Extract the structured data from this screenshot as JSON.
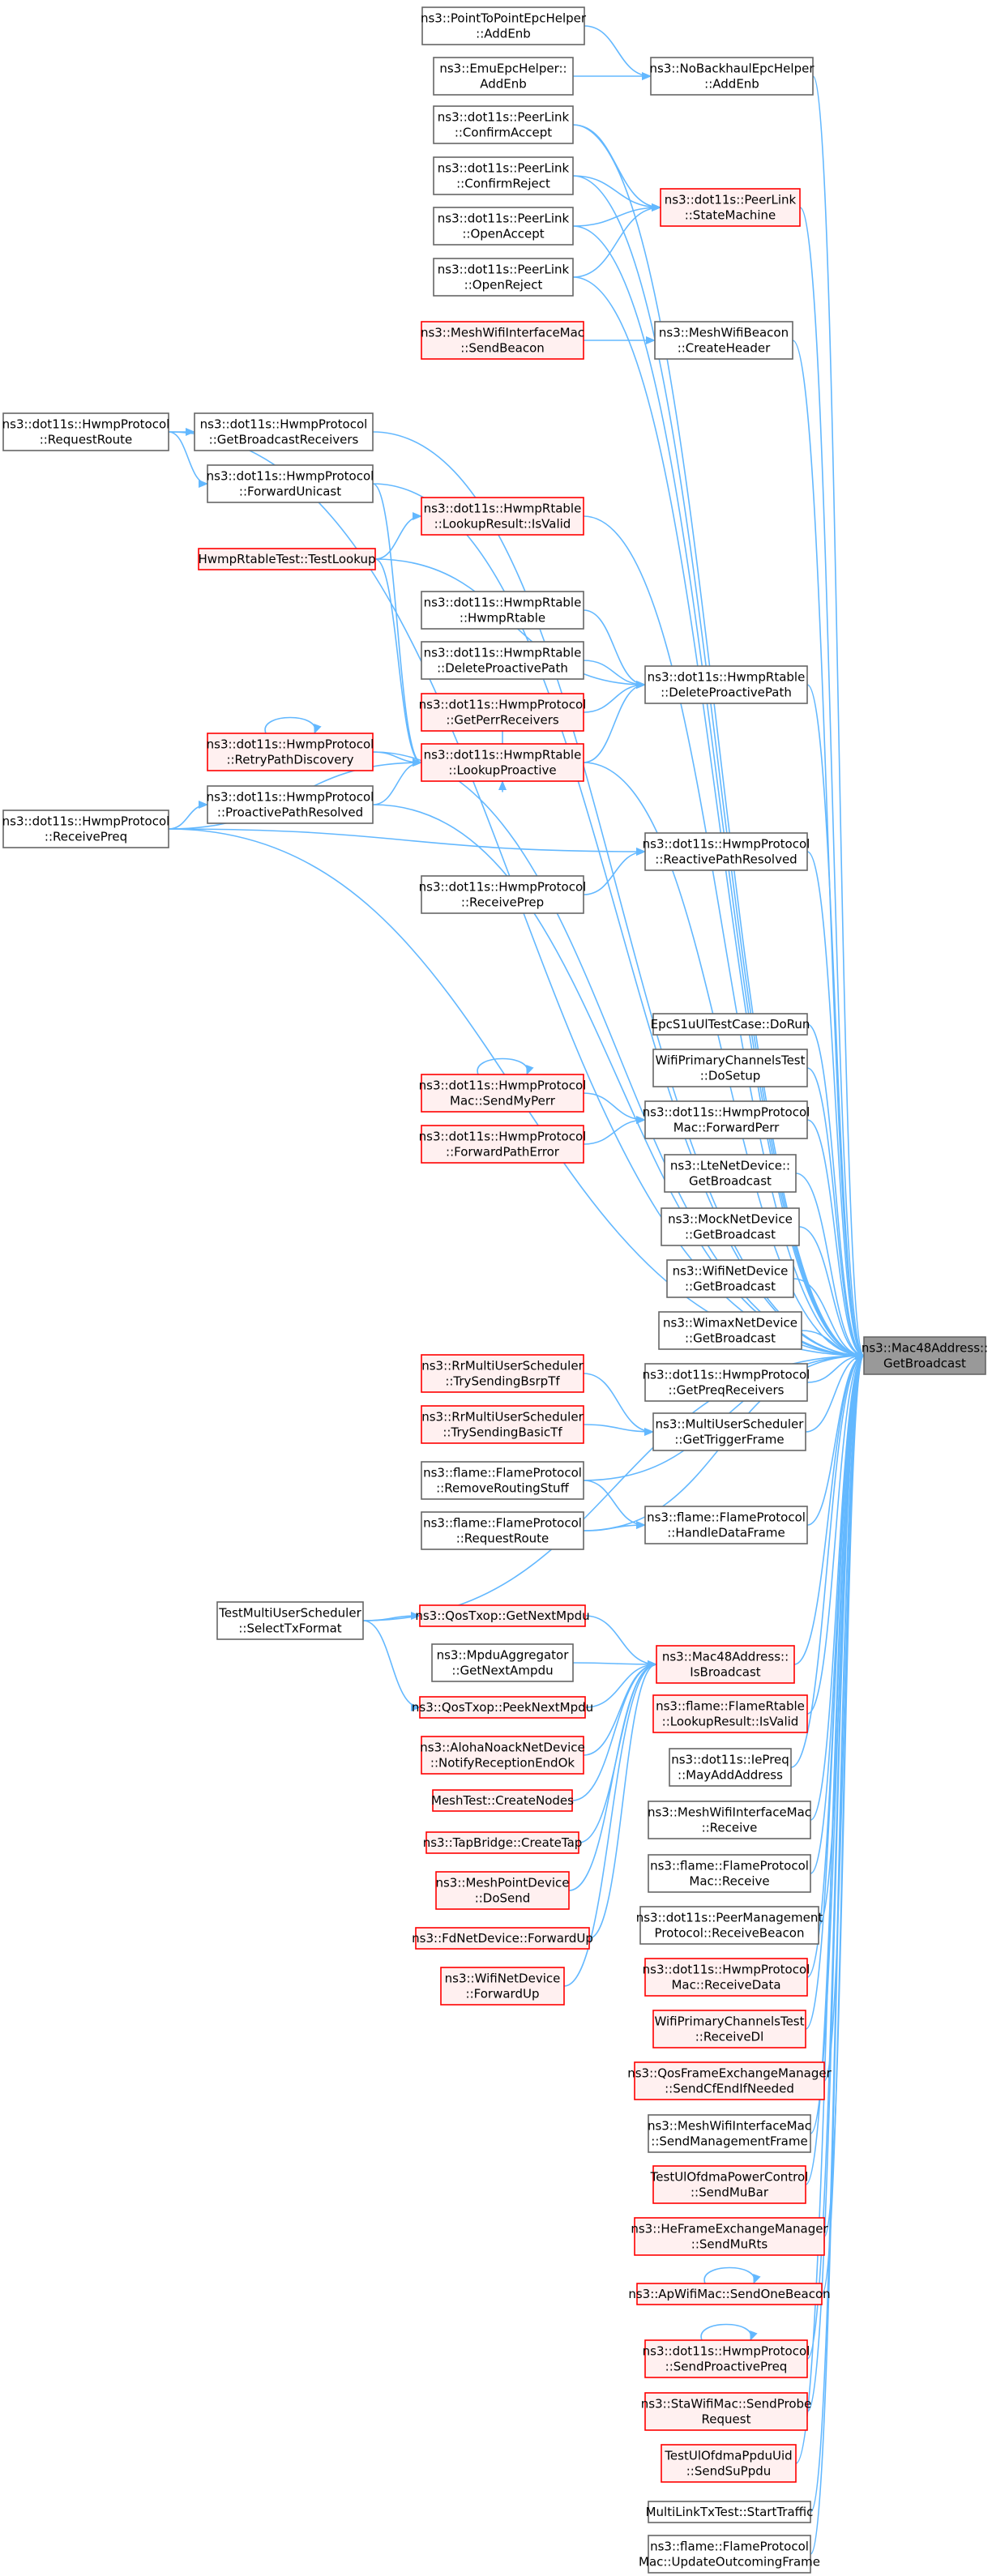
{
  "colors": {
    "edge": "#63b8ff",
    "node_border": "#666666",
    "node_fill": "#ffffff",
    "truncated_border": "#ff0000",
    "truncated_fill": "#fff0f0",
    "focus_fill": "#999999"
  },
  "nodes": [
    {
      "id": "target",
      "lines": [
        "ns3::Mac48Address::",
        "GetBroadcast"
      ],
      "style": "focus"
    },
    {
      "id": "p2pHelper",
      "lines": [
        "ns3::PointToPointEpcHelper",
        "::AddEnb"
      ],
      "style": "normal"
    },
    {
      "id": "emuHelper",
      "lines": [
        "ns3::EmuEpcHelper::",
        "AddEnb"
      ],
      "style": "normal"
    },
    {
      "id": "noBackhaul",
      "lines": [
        "ns3::NoBackhaulEpcHelper",
        "::AddEnb"
      ],
      "style": "normal"
    },
    {
      "id": "confirmAccept",
      "lines": [
        "ns3::dot11s::PeerLink",
        "::ConfirmAccept"
      ],
      "style": "normal"
    },
    {
      "id": "confirmReject",
      "lines": [
        "ns3::dot11s::PeerLink",
        "::ConfirmReject"
      ],
      "style": "normal"
    },
    {
      "id": "stateMachine",
      "lines": [
        "ns3::dot11s::PeerLink",
        "::StateMachine"
      ],
      "style": "red"
    },
    {
      "id": "openAccept",
      "lines": [
        "ns3::dot11s::PeerLink",
        "::OpenAccept"
      ],
      "style": "normal"
    },
    {
      "id": "openReject",
      "lines": [
        "ns3::dot11s::PeerLink",
        "::OpenReject"
      ],
      "style": "normal"
    },
    {
      "id": "sendBeacon",
      "lines": [
        "ns3::MeshWifiInterfaceMac",
        "::SendBeacon"
      ],
      "style": "red"
    },
    {
      "id": "createHeader",
      "lines": [
        "ns3::MeshWifiBeacon",
        "::CreateHeader"
      ],
      "style": "normal"
    },
    {
      "id": "requestRoute",
      "lines": [
        "ns3::dot11s::HwmpProtocol",
        "::RequestRoute"
      ],
      "style": "normal"
    },
    {
      "id": "getBcastRecv",
      "lines": [
        "ns3::dot11s::HwmpProtocol",
        "::GetBroadcastReceivers"
      ],
      "style": "normal"
    },
    {
      "id": "forwardUnicast",
      "lines": [
        "ns3::dot11s::HwmpProtocol",
        "::ForwardUnicast"
      ],
      "style": "normal"
    },
    {
      "id": "lookupIsValid",
      "lines": [
        "ns3::dot11s::HwmpRtable",
        "::LookupResult::IsValid"
      ],
      "style": "red"
    },
    {
      "id": "hwmpTestLookup",
      "lines": [
        "HwmpRtableTest::TestLookup"
      ],
      "style": "red"
    },
    {
      "id": "hwmpRtable",
      "lines": [
        "ns3::dot11s::HwmpRtable",
        "::HwmpRtable"
      ],
      "style": "normal"
    },
    {
      "id": "delProactive1",
      "lines": [
        "ns3::dot11s::HwmpRtable",
        "::DeleteProactivePath"
      ],
      "style": "normal"
    },
    {
      "id": "delProactive2",
      "lines": [
        "ns3::dot11s::HwmpRtable",
        "::DeleteProactivePath"
      ],
      "style": "normal"
    },
    {
      "id": "getPerrRecv",
      "lines": [
        "ns3::dot11s::HwmpProtocol",
        "::GetPerrReceivers"
      ],
      "style": "red"
    },
    {
      "id": "retryPath",
      "lines": [
        "ns3::dot11s::HwmpProtocol",
        "::RetryPathDiscovery"
      ],
      "style": "red"
    },
    {
      "id": "lookupProactive",
      "lines": [
        "ns3::dot11s::HwmpRtable",
        "::LookupProactive"
      ],
      "style": "red"
    },
    {
      "id": "receivePreq",
      "lines": [
        "ns3::dot11s::HwmpProtocol",
        "::ReceivePreq"
      ],
      "style": "normal"
    },
    {
      "id": "proactiveResolved",
      "lines": [
        "ns3::dot11s::HwmpProtocol",
        "::ProactivePathResolved"
      ],
      "style": "normal"
    },
    {
      "id": "reactiveResolved",
      "lines": [
        "ns3::dot11s::HwmpProtocol",
        "::ReactivePathResolved"
      ],
      "style": "normal"
    },
    {
      "id": "receivePrep",
      "lines": [
        "ns3::dot11s::HwmpProtocol",
        "::ReceivePrep"
      ],
      "style": "normal"
    },
    {
      "id": "epcDoRun",
      "lines": [
        "EpcS1uUlTestCase::DoRun"
      ],
      "style": "normal"
    },
    {
      "id": "wifiPrimDoSetup",
      "lines": [
        "WifiPrimaryChannelsTest",
        "::DoSetup"
      ],
      "style": "normal"
    },
    {
      "id": "sendMyPerr",
      "lines": [
        "ns3::dot11s::HwmpProtocol",
        "Mac::SendMyPerr"
      ],
      "style": "red"
    },
    {
      "id": "forwardPerr",
      "lines": [
        "ns3::dot11s::HwmpProtocol",
        "Mac::ForwardPerr"
      ],
      "style": "normal"
    },
    {
      "id": "forwardPathError",
      "lines": [
        "ns3::dot11s::HwmpProtocol",
        "::ForwardPathError"
      ],
      "style": "red"
    },
    {
      "id": "lteGetBcast",
      "lines": [
        "ns3::LteNetDevice::",
        "GetBroadcast"
      ],
      "style": "normal"
    },
    {
      "id": "mockGetBcast",
      "lines": [
        "ns3::MockNetDevice",
        "::GetBroadcast"
      ],
      "style": "normal"
    },
    {
      "id": "wifiGetBcast",
      "lines": [
        "ns3::WifiNetDevice",
        "::GetBroadcast"
      ],
      "style": "normal"
    },
    {
      "id": "wimaxGetBcast",
      "lines": [
        "ns3::WimaxNetDevice",
        "::GetBroadcast"
      ],
      "style": "normal"
    },
    {
      "id": "getPreqRecv",
      "lines": [
        "ns3::dot11s::HwmpProtocol",
        "::GetPreqReceivers"
      ],
      "style": "normal"
    },
    {
      "id": "trySendBsrp",
      "lines": [
        "ns3::RrMultiUserScheduler",
        "::TrySendingBsrpTf"
      ],
      "style": "red"
    },
    {
      "id": "trySendBasic",
      "lines": [
        "ns3::RrMultiUserScheduler",
        "::TrySendingBasicTf"
      ],
      "style": "red"
    },
    {
      "id": "getTriggerFrame",
      "lines": [
        "ns3::MultiUserScheduler",
        "::GetTriggerFrame"
      ],
      "style": "normal"
    },
    {
      "id": "removeRouting",
      "lines": [
        "ns3::flame::FlameProtocol",
        "::RemoveRoutingStuff"
      ],
      "style": "normal"
    },
    {
      "id": "flameRequestRoute",
      "lines": [
        "ns3::flame::FlameProtocol",
        "::RequestRoute"
      ],
      "style": "normal"
    },
    {
      "id": "handleDataFrame",
      "lines": [
        "ns3::flame::FlameProtocol",
        "::HandleDataFrame"
      ],
      "style": "normal"
    },
    {
      "id": "selectTxFormat",
      "lines": [
        "TestMultiUserScheduler",
        "::SelectTxFormat"
      ],
      "style": "normal"
    },
    {
      "id": "qosGetNextMpdu",
      "lines": [
        "ns3::QosTxop::GetNextMpdu"
      ],
      "style": "red"
    },
    {
      "id": "mpduAggregator",
      "lines": [
        "ns3::MpduAggregator",
        "::GetNextAmpdu"
      ],
      "style": "normal"
    },
    {
      "id": "qosPeekNextMpdu",
      "lines": [
        "ns3::QosTxop::PeekNextMpdu"
      ],
      "style": "red"
    },
    {
      "id": "isBroadcast",
      "lines": [
        "ns3::Mac48Address::",
        "IsBroadcast"
      ],
      "style": "red"
    },
    {
      "id": "alohaNotify",
      "lines": [
        "ns3::AlohaNoackNetDevice",
        "::NotifyReceptionEndOk"
      ],
      "style": "red"
    },
    {
      "id": "meshCreateNodes",
      "lines": [
        "MeshTest::CreateNodes"
      ],
      "style": "red"
    },
    {
      "id": "tapCreateTap",
      "lines": [
        "ns3::TapBridge::CreateTap"
      ],
      "style": "red"
    },
    {
      "id": "meshPointDoSend",
      "lines": [
        "ns3::MeshPointDevice",
        "::DoSend"
      ],
      "style": "red"
    },
    {
      "id": "fdForwardUp",
      "lines": [
        "ns3::FdNetDevice::ForwardUp"
      ],
      "style": "red"
    },
    {
      "id": "wifiForwardUp",
      "lines": [
        "ns3::WifiNetDevice",
        "::ForwardUp"
      ],
      "style": "red"
    },
    {
      "id": "flameRtableIsValid",
      "lines": [
        "ns3::flame::FlameRtable",
        "::LookupResult::IsValid"
      ],
      "style": "red"
    },
    {
      "id": "iePreqMayAdd",
      "lines": [
        "ns3::dot11s::IePreq",
        "::MayAddAddress"
      ],
      "style": "normal"
    },
    {
      "id": "meshIfReceive",
      "lines": [
        "ns3::MeshWifiInterfaceMac",
        "::Receive"
      ],
      "style": "normal"
    },
    {
      "id": "flameMacReceive",
      "lines": [
        "ns3::flame::FlameProtocol",
        "Mac::Receive"
      ],
      "style": "normal"
    },
    {
      "id": "peerMgmtReceiveBeacon",
      "lines": [
        "ns3::dot11s::PeerManagement",
        "Protocol::ReceiveBeacon"
      ],
      "style": "normal"
    },
    {
      "id": "hwmpMacReceiveData",
      "lines": [
        "ns3::dot11s::HwmpProtocol",
        "Mac::ReceiveData"
      ],
      "style": "red"
    },
    {
      "id": "wifiPrimReceiveDl",
      "lines": [
        "WifiPrimaryChannelsTest",
        "::ReceiveDl"
      ],
      "style": "red"
    },
    {
      "id": "qosFemSendCfEnd",
      "lines": [
        "ns3::QosFrameExchangeManager",
        "::SendCfEndIfNeeded"
      ],
      "style": "red"
    },
    {
      "id": "meshIfSendMgmt",
      "lines": [
        "ns3::MeshWifiInterfaceMac",
        "::SendManagementFrame"
      ],
      "style": "normal"
    },
    {
      "id": "testUlOfdmaSendMuBar",
      "lines": [
        "TestUlOfdmaPowerControl",
        "::SendMuBar"
      ],
      "style": "red"
    },
    {
      "id": "heFemSendMuRts",
      "lines": [
        "ns3::HeFrameExchangeManager",
        "::SendMuRts"
      ],
      "style": "red"
    },
    {
      "id": "apSendOneBeacon",
      "lines": [
        "ns3::ApWifiMac::SendOneBeacon"
      ],
      "style": "red"
    },
    {
      "id": "hwmpSendProactivePreq",
      "lines": [
        "ns3::dot11s::HwmpProtocol",
        "::SendProactivePreq"
      ],
      "style": "red"
    },
    {
      "id": "staSendProbe",
      "lines": [
        "ns3::StaWifiMac::SendProbe",
        "Request"
      ],
      "style": "red"
    },
    {
      "id": "testUlOfdmaSendSuPpdu",
      "lines": [
        "TestUlOfdmaPpduUid",
        "::SendSuPpdu"
      ],
      "style": "red"
    },
    {
      "id": "multiLinkStartTraffic",
      "lines": [
        "MultiLinkTxTest::StartTraffic"
      ],
      "style": "normal"
    },
    {
      "id": "flameMacUpdateOutgoing",
      "lines": [
        "ns3::flame::FlameProtocol",
        "Mac::UpdateOutcomingFrame"
      ],
      "style": "normal"
    }
  ],
  "edges": [
    [
      "p2pHelper",
      "noBackhaul"
    ],
    [
      "emuHelper",
      "noBackhaul"
    ],
    [
      "noBackhaul",
      "target"
    ],
    [
      "confirmAccept",
      "stateMachine"
    ],
    [
      "confirmReject",
      "stateMachine"
    ],
    [
      "openAccept",
      "stateMachine"
    ],
    [
      "openReject",
      "stateMachine"
    ],
    [
      "confirmAccept",
      "target"
    ],
    [
      "confirmReject",
      "target"
    ],
    [
      "openAccept",
      "target"
    ],
    [
      "openReject",
      "target"
    ],
    [
      "stateMachine",
      "target"
    ],
    [
      "sendBeacon",
      "createHeader"
    ],
    [
      "createHeader",
      "target"
    ],
    [
      "requestRoute",
      "getBcastRecv"
    ],
    [
      "requestRoute",
      "forwardUnicast"
    ],
    [
      "requestRoute",
      "target"
    ],
    [
      "getBcastRecv",
      "target"
    ],
    [
      "forwardUnicast",
      "target"
    ],
    [
      "forwardUnicast",
      "lookupProactive"
    ],
    [
      "hwmpTestLookup",
      "lookupIsValid"
    ],
    [
      "lookupIsValid",
      "target"
    ],
    [
      "hwmpTestLookup",
      "delProactive2"
    ],
    [
      "hwmpTestLookup",
      "lookupProactive"
    ],
    [
      "hwmpRtable",
      "delProactive2"
    ],
    [
      "delProactive1",
      "delProactive2"
    ],
    [
      "getPerrRecv",
      "delProactive2"
    ],
    [
      "lookupProactive",
      "delProactive2"
    ],
    [
      "delProactive2",
      "target"
    ],
    [
      "getPerrRecv",
      "lookupProactive"
    ],
    [
      "retryPath",
      "lookupProactive"
    ],
    [
      "retryPath",
      "retryPath"
    ],
    [
      "retryPath",
      "target"
    ],
    [
      "receivePreq",
      "lookupProactive"
    ],
    [
      "receivePreq",
      "proactiveResolved"
    ],
    [
      "proactiveResolved",
      "lookupProactive"
    ],
    [
      "proactiveResolved",
      "target"
    ],
    [
      "receivePreq",
      "reactiveResolved"
    ],
    [
      "receivePrep",
      "reactiveResolved"
    ],
    [
      "reactiveResolved",
      "target"
    ],
    [
      "receivePreq",
      "target"
    ],
    [
      "lookupProactive",
      "target"
    ],
    [
      "epcDoRun",
      "target"
    ],
    [
      "wifiPrimDoSetup",
      "target"
    ],
    [
      "sendMyPerr",
      "forwardPerr"
    ],
    [
      "sendMyPerr",
      "sendMyPerr"
    ],
    [
      "forwardPathError",
      "forwardPerr"
    ],
    [
      "forwardPerr",
      "target"
    ],
    [
      "lteGetBcast",
      "target"
    ],
    [
      "mockGetBcast",
      "target"
    ],
    [
      "wifiGetBcast",
      "target"
    ],
    [
      "wimaxGetBcast",
      "target"
    ],
    [
      "getPreqRecv",
      "target"
    ],
    [
      "trySendBsrp",
      "getTriggerFrame"
    ],
    [
      "trySendBasic",
      "getTriggerFrame"
    ],
    [
      "getTriggerFrame",
      "target"
    ],
    [
      "removeRouting",
      "handleDataFrame"
    ],
    [
      "flameRequestRoute",
      "handleDataFrame"
    ],
    [
      "removeRouting",
      "target"
    ],
    [
      "flameRequestRoute",
      "target"
    ],
    [
      "handleDataFrame",
      "target"
    ],
    [
      "selectTxFormat",
      "qosGetNextMpdu"
    ],
    [
      "selectTxFormat",
      "qosPeekNextMpdu"
    ],
    [
      "selectTxFormat",
      "target"
    ],
    [
      "qosGetNextMpdu",
      "isBroadcast"
    ],
    [
      "mpduAggregator",
      "isBroadcast"
    ],
    [
      "qosPeekNextMpdu",
      "isBroadcast"
    ],
    [
      "alohaNotify",
      "isBroadcast"
    ],
    [
      "meshCreateNodes",
      "isBroadcast"
    ],
    [
      "tapCreateTap",
      "isBroadcast"
    ],
    [
      "meshPointDoSend",
      "isBroadcast"
    ],
    [
      "fdForwardUp",
      "isBroadcast"
    ],
    [
      "wifiForwardUp",
      "isBroadcast"
    ],
    [
      "isBroadcast",
      "target"
    ],
    [
      "flameRtableIsValid",
      "target"
    ],
    [
      "iePreqMayAdd",
      "target"
    ],
    [
      "meshIfReceive",
      "target"
    ],
    [
      "flameMacReceive",
      "target"
    ],
    [
      "peerMgmtReceiveBeacon",
      "target"
    ],
    [
      "hwmpMacReceiveData",
      "target"
    ],
    [
      "wifiPrimReceiveDl",
      "target"
    ],
    [
      "qosFemSendCfEnd",
      "target"
    ],
    [
      "meshIfSendMgmt",
      "target"
    ],
    [
      "testUlOfdmaSendMuBar",
      "target"
    ],
    [
      "heFemSendMuRts",
      "target"
    ],
    [
      "apSendOneBeacon",
      "apSendOneBeacon"
    ],
    [
      "apSendOneBeacon",
      "target"
    ],
    [
      "hwmpSendProactivePreq",
      "hwmpSendProactivePreq"
    ],
    [
      "hwmpSendProactivePreq",
      "target"
    ],
    [
      "staSendProbe",
      "target"
    ],
    [
      "testUlOfdmaSendSuPpdu",
      "target"
    ],
    [
      "multiLinkStartTraffic",
      "target"
    ],
    [
      "flameMacUpdateOutgoing",
      "target"
    ]
  ]
}
